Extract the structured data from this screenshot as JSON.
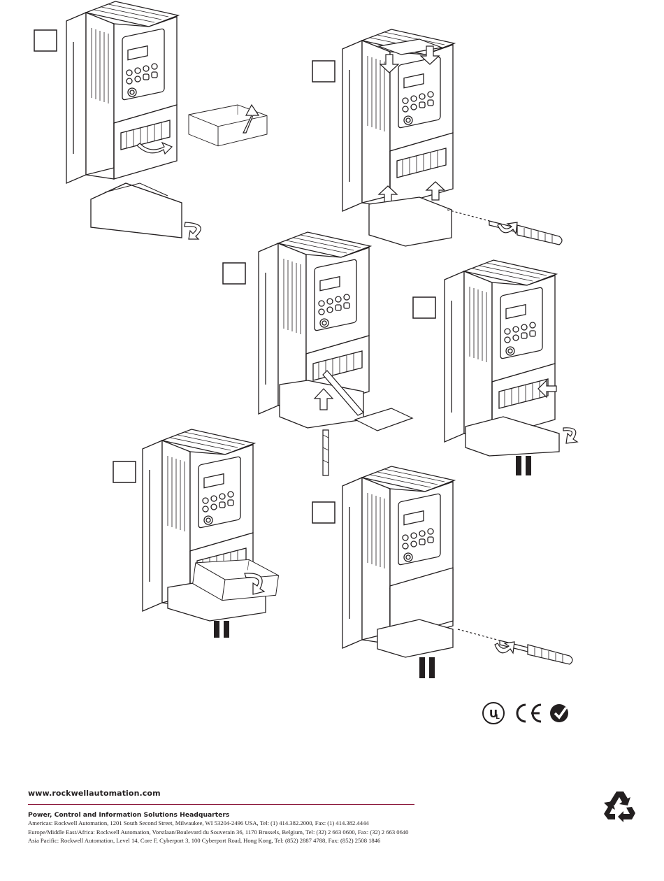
{
  "steps": [
    {
      "id": "step-1",
      "label": ""
    },
    {
      "id": "step-2",
      "label": ""
    },
    {
      "id": "step-3",
      "label": ""
    },
    {
      "id": "step-4",
      "label": ""
    },
    {
      "id": "step-5",
      "label": ""
    },
    {
      "id": "step-6",
      "label": ""
    }
  ],
  "certifications": [
    "ul-listed-mark",
    "ce-mark",
    "c-tick-mark"
  ],
  "footer": {
    "url": "www.rockwellautomation.com",
    "headquarters": "Power, Control and Information Solutions Headquarters",
    "addresses": [
      "Americas: Rockwell Automation, 1201 South Second Street, Milwaukee, WI 53204-2496 USA, Tel: (1) 414.382.2000, Fax: (1) 414.382.4444",
      "Europe/Middle East/Africa: Rockwell Automation, Vorstlaan/Boulevard du Souverain 36, 1170 Brussels, Belgium, Tel: (32) 2 663 0600, Fax: (32) 2 663 0640",
      "Asia Pacific: Rockwell Automation, Level 14, Core F, Cyberport 3, 100 Cyberport Road, Hong Kong, Tel: (852) 2887 4788, Fax: (852) 2508 1846"
    ]
  },
  "colors": {
    "rule": "#8a1538",
    "ink": "#231f20"
  }
}
